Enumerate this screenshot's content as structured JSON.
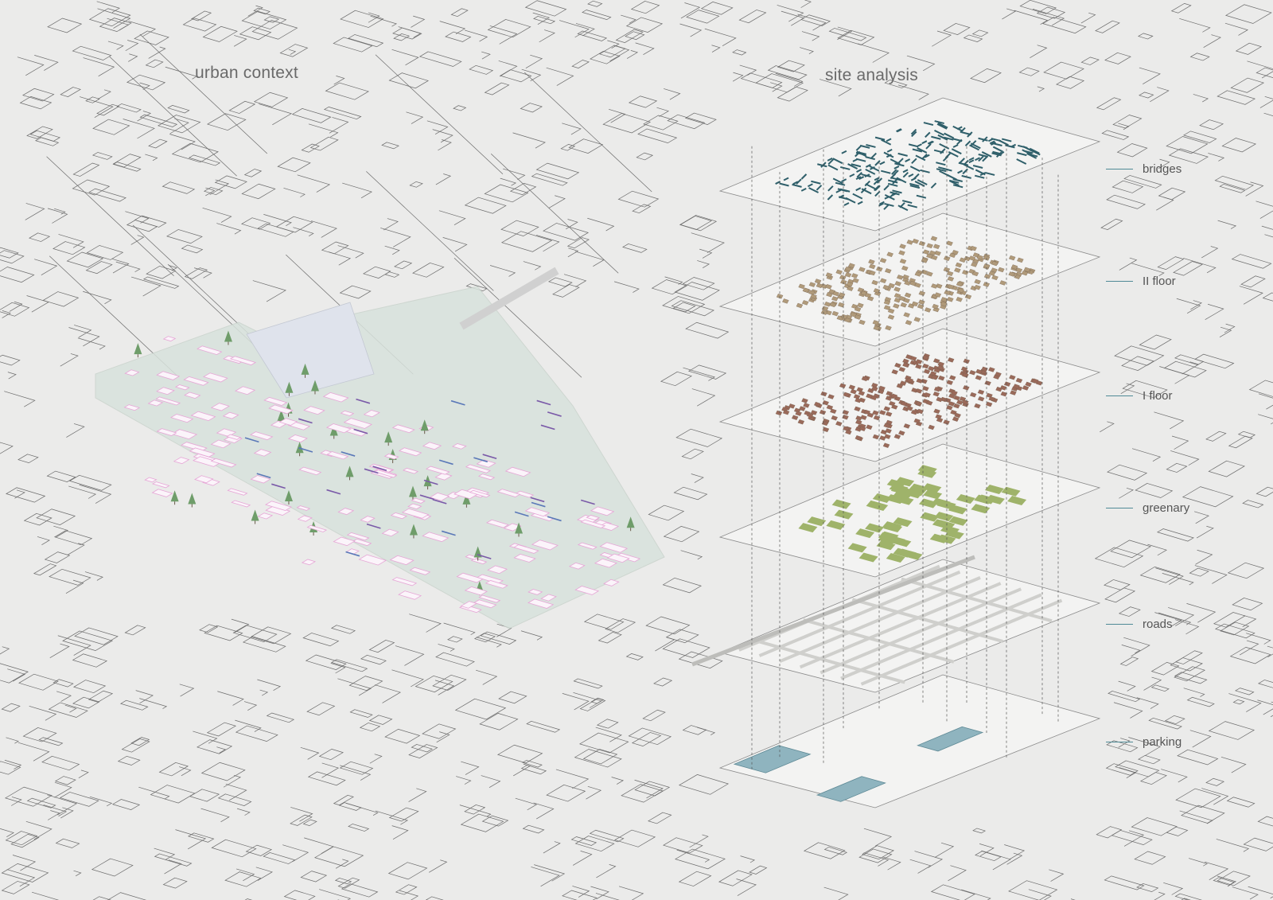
{
  "titles": {
    "left": "urban context",
    "right": "site analysis"
  },
  "layers": [
    {
      "label": "bridges",
      "color": "#2f5f6a"
    },
    {
      "label": "II floor",
      "color": "#b09a7a"
    },
    {
      "label": "I floor",
      "color": "#9a6a5a"
    },
    {
      "label": "greenary",
      "color": "#9fb36a"
    },
    {
      "label": "roads",
      "color": "#cfcfcc"
    },
    {
      "label": "parking",
      "color": "#8fb4bf"
    }
  ],
  "colors": {
    "background": "#ebebea",
    "context_lines": "#6b6b6b",
    "buildings": "#e6a6d6",
    "trees": "#6f9d6a",
    "ground": "#d8e2dc"
  }
}
